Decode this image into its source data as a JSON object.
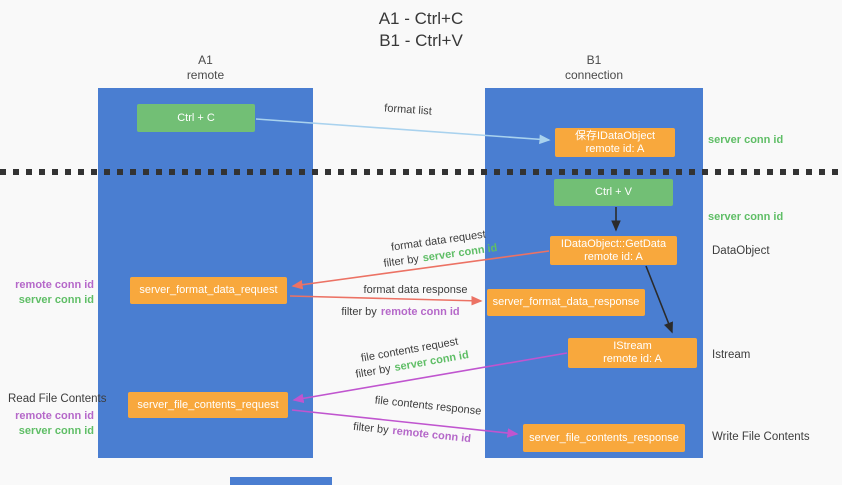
{
  "title": {
    "line1": "A1 - Ctrl+C",
    "line2": "B1 - Ctrl+V"
  },
  "lanes": {
    "left": {
      "name": "A1",
      "subtitle": "remote"
    },
    "right": {
      "name": "B1",
      "subtitle": "connection"
    }
  },
  "nodes": {
    "ctrl_c": {
      "label": "Ctrl + C"
    },
    "ctrl_v": {
      "label": "Ctrl + V"
    },
    "save_dataobject": {
      "line1": "保存IDataObject",
      "line2": "remote id: A"
    },
    "getdata": {
      "line1": "IDataObject::GetData",
      "line2": "remote id: A"
    },
    "istream": {
      "line1": "IStream",
      "line2": "remote id: A"
    },
    "server_format_data_request": {
      "label": "server_format_data_request"
    },
    "server_format_data_response": {
      "label": "server_format_data_response"
    },
    "server_file_contents_request": {
      "label": "server_file_contents_request"
    },
    "server_file_contents_response": {
      "label": "server_file_contents_response"
    }
  },
  "edges": {
    "format_list": {
      "label": "format list"
    },
    "format_data_request": {
      "label": "format data request",
      "filter_prefix": "filter by",
      "filter_key": "server conn id"
    },
    "format_data_response": {
      "label": "format data response",
      "filter_prefix": "filter by",
      "filter_key": "remote conn id"
    },
    "file_contents_request": {
      "label": "file contents request",
      "filter_prefix": "filter by",
      "filter_key": "server conn id"
    },
    "file_contents_response": {
      "label": "file contents response",
      "filter_prefix": "filter by",
      "filter_key": "remote conn id"
    }
  },
  "side_labels": {
    "left_mid_remote": "remote conn id",
    "left_mid_server": "server conn id",
    "read_file_contents": "Read File Contents",
    "left_bottom_remote": "remote conn id",
    "left_bottom_server": "server conn id",
    "right_server_conn_id_top": "server conn id",
    "right_server_conn_id_mid": "server conn id",
    "right_dataobject": "DataObject",
    "right_istream": "Istream",
    "right_write_file_contents": "Write File Contents"
  },
  "colors": {
    "lane_blue": "#4a7ed1",
    "box_green": "#72bf75",
    "box_orange": "#f8a83d",
    "green_text": "#5fbe66",
    "purple_text": "#b568c9",
    "arrow_salmon": "#ec7264",
    "arrow_magenta": "#c055cf",
    "arrow_lightblue": "#a9d2ee",
    "arrow_black": "#2b2b2b"
  }
}
